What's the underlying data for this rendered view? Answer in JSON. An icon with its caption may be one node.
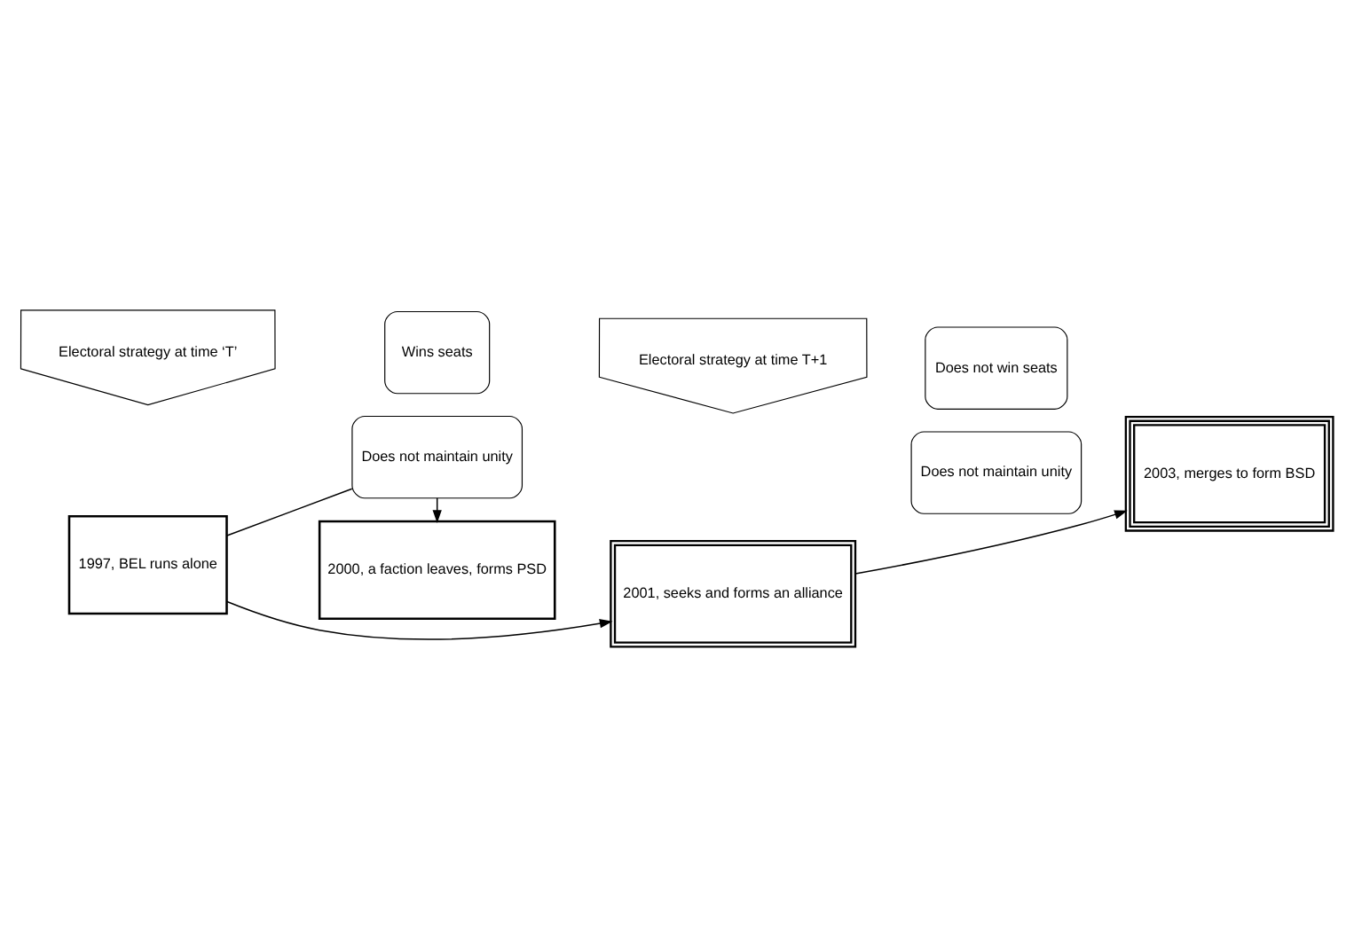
{
  "diagram": {
    "nodes": [
      {
        "text": [
          "Electoral strategy at time ‘T’"
        ]
      },
      {
        "text": [
          "Electoral strategy at time T+1"
        ]
      },
      {
        "text": [
          "1997, BEL runs alone"
        ]
      },
      {
        "text": [
          "Wins seats"
        ]
      },
      {
        "text": [
          "Does not maintain unity"
        ]
      },
      {
        "text": [
          "2001, seeks and forms an alliance"
        ]
      },
      {
        "text": [
          "Does not win seats"
        ]
      },
      {
        "text": [
          "Does not maintain unity"
        ]
      },
      {
        "text": [
          "2003, merges to form BSD"
        ]
      },
      {
        "text": [
          "2000, a faction leaves, forms PSD"
        ]
      }
    ],
    "edges": [
      {
        "from": 2,
        "to": 5,
        "arrow": "to"
      },
      {
        "from": 2,
        "to": 4,
        "arrow": "none"
      },
      {
        "from": 4,
        "to": 9,
        "arrow": "to"
      },
      {
        "from": 5,
        "to": 8,
        "arrow": "to"
      }
    ]
  }
}
